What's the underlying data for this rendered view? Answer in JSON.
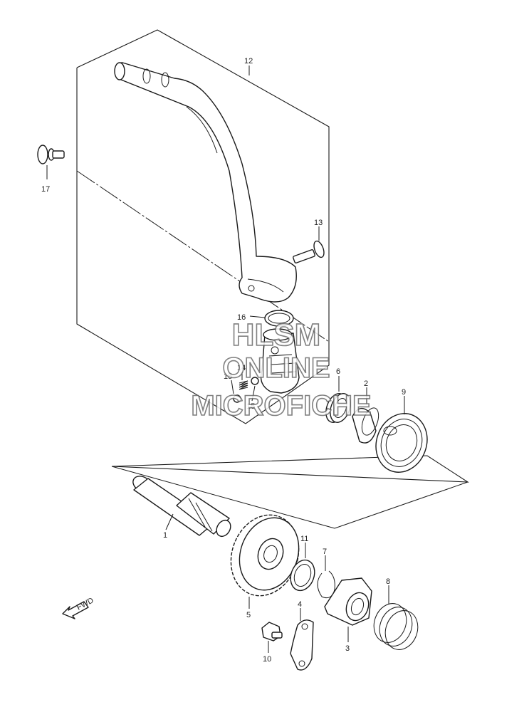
{
  "callouts": {
    "c1": "1",
    "c2": "2",
    "c3": "3",
    "c4": "4",
    "c5": "5",
    "c6": "6",
    "c7": "7",
    "c8": "8",
    "c9": "9",
    "c10": "10",
    "c11": "11",
    "c12": "12",
    "c13": "13",
    "c14": "14",
    "c15a": "15",
    "c15b": "15",
    "c16": "16",
    "c17": "17"
  },
  "watermark": {
    "line1": "HLSM",
    "line2": "ONLINE",
    "line3": "MICROFICHE"
  },
  "fwd_label": "FWD",
  "colors": {
    "line": "#1a1a1a",
    "watermark_outline": "#6a6a6a",
    "background": "#ffffff"
  }
}
